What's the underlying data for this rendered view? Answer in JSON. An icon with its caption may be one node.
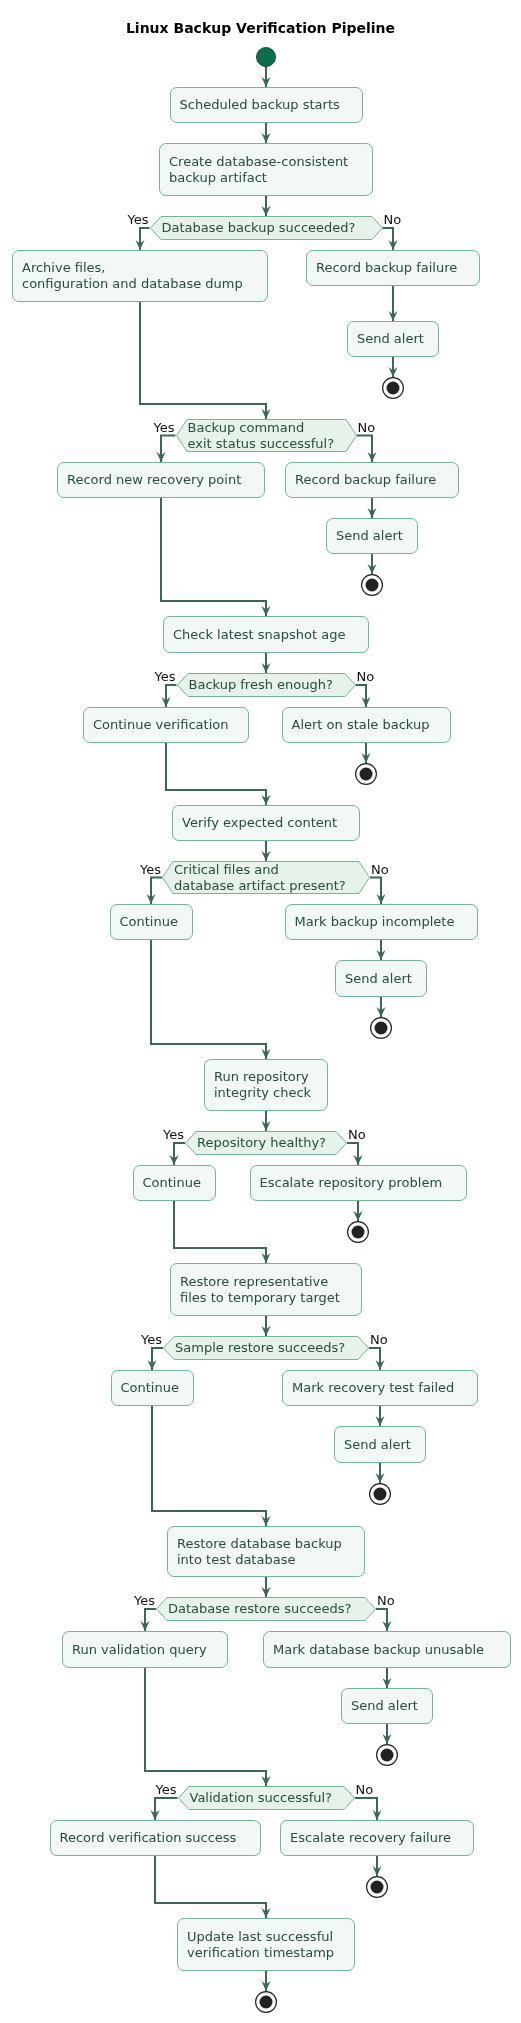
{
  "diagram": {
    "title": "Linux Backup Verification Pipeline",
    "nodes": [
      {
        "text": [],
        "shape": "circle"
      },
      {
        "text": [
          "Scheduled backup starts"
        ]
      },
      {
        "text": [
          "Create database-consistent backup artifact"
        ]
      },
      {
        "text": [
          "Database backup succeeded?"
        ]
      },
      {
        "text": [
          "Archive files, configuration and database dump"
        ]
      },
      {
        "text": [
          "Record backup failure"
        ]
      },
      {
        "text": [
          "Send alert"
        ]
      },
      {
        "text": [],
        "shape": "circle"
      },
      {
        "text": [
          "Backup command exit status successful?"
        ]
      },
      {
        "text": [
          "Record new recovery point"
        ]
      },
      {
        "text": [
          "Record backup failure"
        ]
      },
      {
        "text": [
          "Send alert"
        ]
      },
      {
        "text": [],
        "shape": "circle"
      },
      {
        "text": [
          "Check latest snapshot age"
        ]
      },
      {
        "text": [
          "Backup fresh enough?"
        ]
      },
      {
        "text": [
          "Continue verification"
        ]
      },
      {
        "text": [
          "Alert on stale backup"
        ]
      },
      {
        "text": [],
        "shape": "circle"
      },
      {
        "text": [
          "Verify expected content"
        ]
      },
      {
        "text": [
          "Critical files and database artifact present?"
        ]
      },
      {
        "text": [
          "Continue"
        ]
      },
      {
        "text": [
          "Mark backup incomplete"
        ]
      },
      {
        "text": [
          "Send alert"
        ]
      },
      {
        "text": [],
        "shape": "circle"
      },
      {
        "text": [
          "Run repository integrity check"
        ]
      },
      {
        "text": [
          "Repository healthy?"
        ]
      },
      {
        "text": [
          "Continue"
        ]
      },
      {
        "text": [
          "Escalate repository problem"
        ]
      },
      {
        "text": [],
        "shape": "circle"
      },
      {
        "text": [
          "Restore representative files to temporary target"
        ]
      },
      {
        "text": [
          "Sample restore succeeds?"
        ]
      },
      {
        "text": [
          "Continue"
        ]
      },
      {
        "text": [
          "Mark recovery test failed"
        ]
      },
      {
        "text": [
          "Send alert"
        ]
      },
      {
        "text": [],
        "shape": "circle"
      },
      {
        "text": [
          "Restore database backup into test database"
        ]
      },
      {
        "text": [
          "Database restore succeeds?"
        ]
      },
      {
        "text": [
          "Run validation query"
        ]
      },
      {
        "text": [
          "Mark database backup unusable"
        ]
      },
      {
        "text": [
          "Send alert"
        ]
      },
      {
        "text": [],
        "shape": "circle"
      },
      {
        "text": [
          "Validation successful?"
        ]
      },
      {
        "text": [
          "Record verification success"
        ]
      },
      {
        "text": [
          "Escalate recovery failure"
        ]
      },
      {
        "text": [],
        "shape": "circle"
      },
      {
        "text": [
          "Update last successful verification timestamp"
        ]
      },
      {
        "text": [],
        "shape": "circle"
      }
    ],
    "edges": [
      {
        "from": 0,
        "to": 1,
        "arrow": "to"
      },
      {
        "from": 1,
        "to": 2,
        "arrow": "to"
      },
      {
        "from": 2,
        "to": 3,
        "arrow": "to"
      },
      {
        "from": 3,
        "to": 4,
        "arrow": "to",
        "label": "Yes"
      },
      {
        "from": 3,
        "to": 5,
        "arrow": "to",
        "label": "No"
      },
      {
        "from": 5,
        "to": 6,
        "arrow": "to"
      },
      {
        "from": 6,
        "to": 7,
        "arrow": "to"
      },
      {
        "from": 4,
        "to": 8,
        "arrow": "to"
      },
      {
        "from": 8,
        "to": 9,
        "arrow": "to",
        "label": "Yes"
      },
      {
        "from": 8,
        "to": 10,
        "arrow": "to",
        "label": "No"
      },
      {
        "from": 10,
        "to": 11,
        "arrow": "to"
      },
      {
        "from": 11,
        "to": 12,
        "arrow": "to"
      },
      {
        "from": 9,
        "to": 13,
        "arrow": "to"
      },
      {
        "from": 13,
        "to": 14,
        "arrow": "to"
      },
      {
        "from": 14,
        "to": 15,
        "arrow": "to",
        "label": "Yes"
      },
      {
        "from": 14,
        "to": 16,
        "arrow": "to",
        "label": "No"
      },
      {
        "from": 16,
        "to": 17,
        "arrow": "to"
      },
      {
        "from": 15,
        "to": 18,
        "arrow": "to"
      },
      {
        "from": 18,
        "to": 19,
        "arrow": "to"
      },
      {
        "from": 19,
        "to": 20,
        "arrow": "to",
        "label": "Yes"
      },
      {
        "from": 19,
        "to": 21,
        "arrow": "to",
        "label": "No"
      },
      {
        "from": 21,
        "to": 22,
        "arrow": "to"
      },
      {
        "from": 22,
        "to": 23,
        "arrow": "to"
      },
      {
        "from": 20,
        "to": 24,
        "arrow": "to"
      },
      {
        "from": 24,
        "to": 25,
        "arrow": "to"
      },
      {
        "from": 25,
        "to": 26,
        "arrow": "to",
        "label": "Yes"
      },
      {
        "from": 25,
        "to": 27,
        "arrow": "to",
        "label": "No"
      },
      {
        "from": 27,
        "to": 28,
        "arrow": "to"
      },
      {
        "from": 26,
        "to": 29,
        "arrow": "to"
      },
      {
        "from": 29,
        "to": 30,
        "arrow": "to"
      },
      {
        "from": 30,
        "to": 31,
        "arrow": "to",
        "label": "Yes"
      },
      {
        "from": 30,
        "to": 32,
        "arrow": "to",
        "label": "No"
      },
      {
        "from": 32,
        "to": 33,
        "arrow": "to"
      },
      {
        "from": 33,
        "to": 34,
        "arrow": "to"
      },
      {
        "from": 31,
        "to": 35,
        "arrow": "to"
      },
      {
        "from": 35,
        "to": 36,
        "arrow": "to"
      },
      {
        "from": 36,
        "to": 37,
        "arrow": "to",
        "label": "Yes"
      },
      {
        "from": 36,
        "to": 38,
        "arrow": "to",
        "label": "No"
      },
      {
        "from": 38,
        "to": 39,
        "arrow": "to"
      },
      {
        "from": 39,
        "to": 40,
        "arrow": "to"
      },
      {
        "from": 37,
        "to": 41,
        "arrow": "to"
      },
      {
        "from": 41,
        "to": 42,
        "arrow": "to",
        "label": "Yes"
      },
      {
        "from": 41,
        "to": 43,
        "arrow": "to",
        "label": "No"
      },
      {
        "from": 43,
        "to": 44,
        "arrow": "to"
      },
      {
        "from": 42,
        "to": 45,
        "arrow": "to"
      },
      {
        "from": 45,
        "to": 46,
        "arrow": "to"
      }
    ]
  }
}
